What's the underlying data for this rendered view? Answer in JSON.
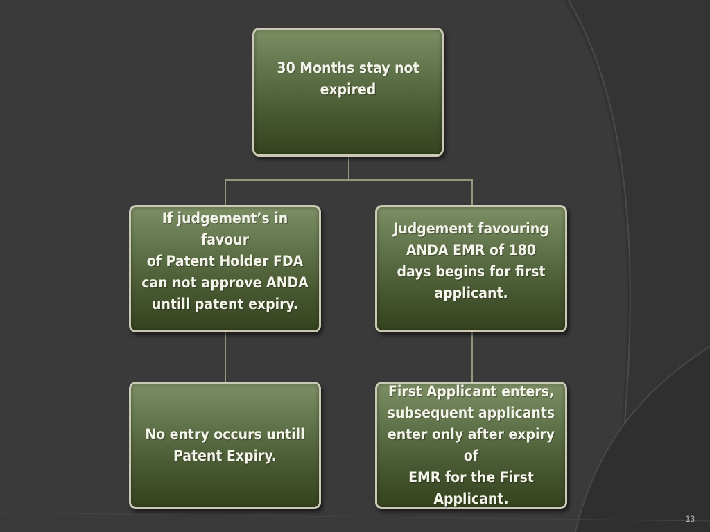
{
  "diagram": {
    "nodes": {
      "root": "30 Months stay not\nexpired",
      "left": "If judgement’s in favour\nof  Patent Holder        FDA\ncan not approve ANDA\nuntill patent expiry.",
      "right": "Judgement favouring\nANDA        EMR of 180\ndays begins for first\napplicant.",
      "left_child": "No entry occurs untill\nPatent Expiry.",
      "right_child": "First Applicant enters,\nsubsequent applicants\nenter only after expiry of\nEMR for the First\nApplicant."
    }
  },
  "slide": {
    "page_number": "13"
  },
  "colors": {
    "background": "#3a3a3a",
    "node_fill_top": "#7c8e64",
    "node_fill_bottom": "#35431f",
    "node_border": "#c9c9b6",
    "connector": "#8e9a78",
    "text": "#f4f4ea"
  }
}
